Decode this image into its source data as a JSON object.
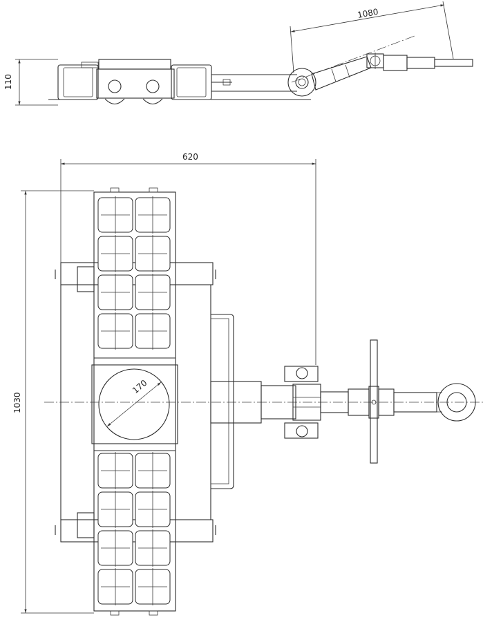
{
  "dimensions": {
    "height": "110",
    "handle_length": "1080",
    "width": "620",
    "length": "1030",
    "plate_diameter": "170"
  },
  "colors": {
    "line": "#2b2b2b",
    "background": "#ffffff"
  }
}
